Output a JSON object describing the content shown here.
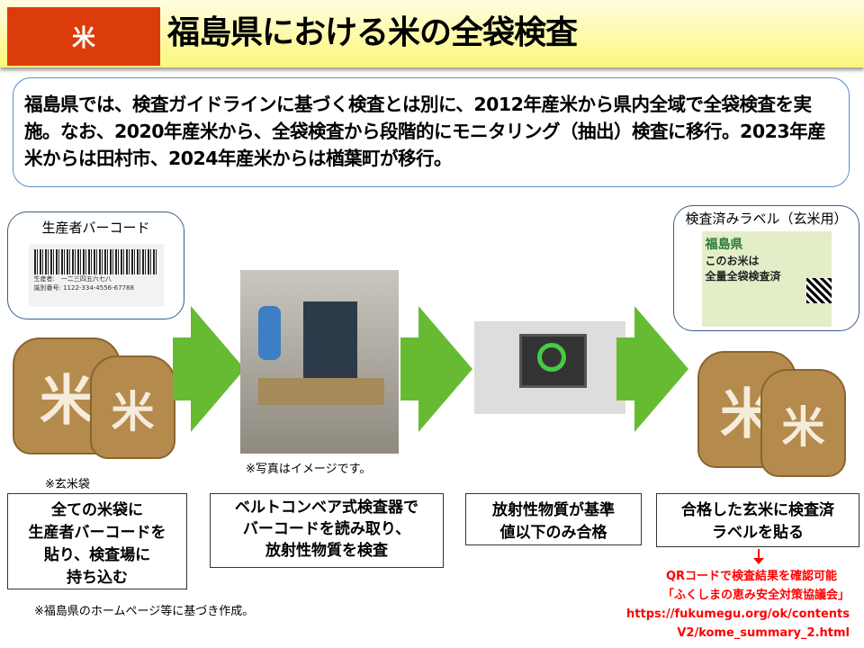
{
  "header": {
    "badge": "米",
    "title": "福島県における米の全袋検査"
  },
  "intro": "福島県では、検査ガイドラインに基づく検査とは別に、2012年産米から県内全域で全袋検査を実施。なお、2020年産米から、全袋検査から段階的にモニタリング（抽出）検査に移行。2023年産米からは田村市、2024年産米からは楢葉町が移行。",
  "left_callout": {
    "label": "生産者バーコード",
    "barcode_lines": [
      "生産者:　一二三四五六七八",
      "識別番号: 1122-334-4556-67788"
    ]
  },
  "bag_note": "※玄米袋",
  "bag_glyph": "米",
  "photo_caption": "※写真はイメージです。",
  "right_callout": {
    "label": "検査済みラベル（玄米用）",
    "card_lines": [
      "福島県",
      "このお米は",
      "全量全袋検査済"
    ]
  },
  "steps": [
    "全ての米袋に\n生産者バーコードを\n貼り、検査場に\n持ち込む",
    "ベルトコンベア式検査器で\nバーコードを読み取り、\n放射性物質を検査",
    "放射性物質が基準\n値以下のみ合格",
    "合格した玄米に検査済\nラベルを貼る"
  ],
  "qr_note": {
    "line1": "QRコードで検査結果を確認可能",
    "line2": "「ふくしまの恵み安全対策協議会」",
    "url1": "https://fukumegu.org/ok/contents",
    "url2": "V2/kome_summary_2.html"
  },
  "footnote": "※福島県のホームページ等に基づき作成。",
  "colors": {
    "badge": "#dc3c0c",
    "arrow": "#66bb33",
    "link": "#ff0000",
    "border": "#5b8ccc"
  }
}
